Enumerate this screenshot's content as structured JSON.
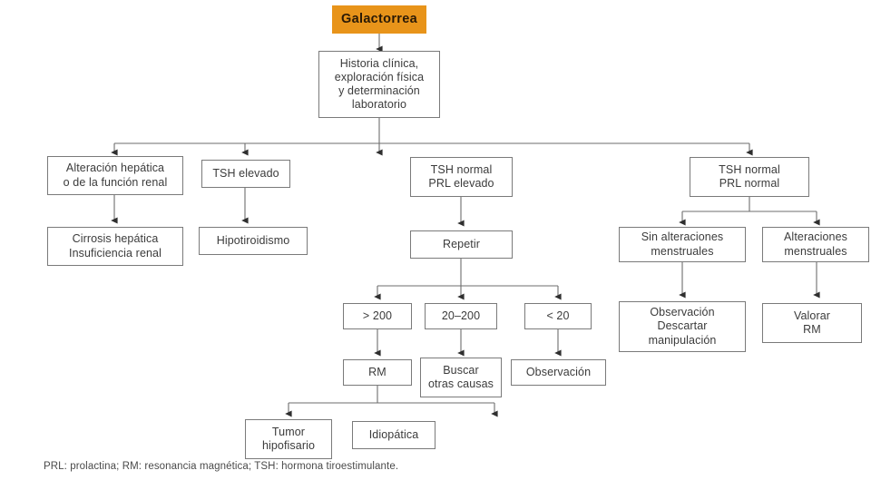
{
  "diagram": {
    "title": "Galactorrea",
    "background_color": "#ffffff",
    "accent_color": "#e8941a",
    "box_border_color": "#7a7a7a",
    "text_color": "#3b3b3b",
    "footnote": "PRL: prolactina; RM: resonancia magnética; TSH: hormona tiroestimulante.",
    "nodes": {
      "root": "Galactorrea",
      "workup": "Historia clínica,\nexploración física\ny determinación\nlaboratorio",
      "branch_hepatic": "Alteración hepática\no de la función renal",
      "branch_tsh_high": "TSH elevado",
      "branch_tsh_normal_prl_high": "TSH normal\nPRL elevado",
      "branch_tsh_normal_prl_normal": "TSH normal\nPRL normal",
      "cirrhosis": "Cirrosis hepática\nInsuficiencia renal",
      "hypothyroidism": "Hipotiroidismo",
      "repeat": "Repetir",
      "prl_gt_200": "> 200",
      "prl_20_200": "20–200",
      "prl_lt_20": "< 20",
      "mri": "RM",
      "other_causes": "Buscar\notras causas",
      "observation_mid": "Observación",
      "no_menstrual": "Sin alteraciones\nmenstruales",
      "menstrual": "Alteraciones\nmenstruales",
      "observation_discard": "Observación\nDescartar\nmanipulación",
      "assess_mri": "Valorar\nRM",
      "pituitary_tumor": "Tumor\nhipofisario",
      "idiopathic": "Idiopática"
    }
  },
  "chart_data": {
    "type": "diagram",
    "title": "Galactorrea",
    "subtype": "clinical-decision-flowchart",
    "legend_note": "PRL: prolactina; RM: resonancia magnética; TSH: hormona tiroestimulante.",
    "nodes": [
      {
        "id": "root",
        "label": "Galactorrea",
        "level": 0,
        "style": "highlight"
      },
      {
        "id": "workup",
        "label": "Historia clínica, exploración física y determinación laboratorio",
        "level": 1
      },
      {
        "id": "branch_hepatic",
        "label": "Alteración hepática o de la función renal",
        "level": 2
      },
      {
        "id": "branch_tsh_high",
        "label": "TSH elevado",
        "level": 2
      },
      {
        "id": "branch_tsh_normal_prl_high",
        "label": "TSH normal PRL elevado",
        "level": 2
      },
      {
        "id": "branch_tsh_normal_prl_normal",
        "label": "TSH normal PRL normal",
        "level": 2
      },
      {
        "id": "cirrhosis",
        "label": "Cirrosis hepática Insuficiencia renal",
        "level": 3
      },
      {
        "id": "hypothyroidism",
        "label": "Hipotiroidismo",
        "level": 3
      },
      {
        "id": "repeat",
        "label": "Repetir",
        "level": 3
      },
      {
        "id": "no_menstrual",
        "label": "Sin alteraciones menstruales",
        "level": 3
      },
      {
        "id": "menstrual",
        "label": "Alteraciones menstruales",
        "level": 3
      },
      {
        "id": "prl_gt_200",
        "label": "> 200",
        "level": 4
      },
      {
        "id": "prl_20_200",
        "label": "20–200",
        "level": 4
      },
      {
        "id": "prl_lt_20",
        "label": "< 20",
        "level": 4
      },
      {
        "id": "observation_discard",
        "label": "Observación Descartar manipulación",
        "level": 4
      },
      {
        "id": "assess_mri",
        "label": "Valorar RM",
        "level": 4
      },
      {
        "id": "mri",
        "label": "RM",
        "level": 5
      },
      {
        "id": "other_causes",
        "label": "Buscar otras causas",
        "level": 5
      },
      {
        "id": "observation_mid",
        "label": "Observación",
        "level": 5
      },
      {
        "id": "pituitary_tumor",
        "label": "Tumor hipofisario",
        "level": 6
      },
      {
        "id": "idiopathic",
        "label": "Idiopática",
        "level": 6
      }
    ],
    "edges": [
      {
        "from": "root",
        "to": "workup"
      },
      {
        "from": "workup",
        "to": "branch_hepatic"
      },
      {
        "from": "workup",
        "to": "branch_tsh_high"
      },
      {
        "from": "workup",
        "to": "branch_tsh_normal_prl_high"
      },
      {
        "from": "workup",
        "to": "branch_tsh_normal_prl_normal"
      },
      {
        "from": "branch_hepatic",
        "to": "cirrhosis"
      },
      {
        "from": "branch_tsh_high",
        "to": "hypothyroidism"
      },
      {
        "from": "branch_tsh_normal_prl_high",
        "to": "repeat"
      },
      {
        "from": "repeat",
        "to": "prl_gt_200"
      },
      {
        "from": "repeat",
        "to": "prl_20_200"
      },
      {
        "from": "repeat",
        "to": "prl_lt_20"
      },
      {
        "from": "prl_gt_200",
        "to": "mri"
      },
      {
        "from": "prl_20_200",
        "to": "other_causes"
      },
      {
        "from": "prl_lt_20",
        "to": "observation_mid"
      },
      {
        "from": "mri",
        "to": "pituitary_tumor"
      },
      {
        "from": "mri",
        "to": "idiopathic"
      },
      {
        "from": "branch_tsh_normal_prl_normal",
        "to": "no_menstrual"
      },
      {
        "from": "branch_tsh_normal_prl_normal",
        "to": "menstrual"
      },
      {
        "from": "no_menstrual",
        "to": "observation_discard"
      },
      {
        "from": "menstrual",
        "to": "assess_mri"
      }
    ]
  }
}
